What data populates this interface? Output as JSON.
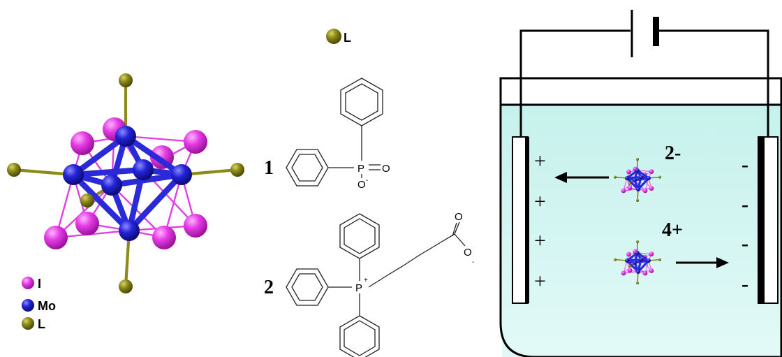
{
  "legend": {
    "items": [
      {
        "label": "I",
        "color": "#e63be6"
      },
      {
        "label": "Mo",
        "color": "#2a2ad8"
      },
      {
        "label": "L",
        "color": "#8c8a1a"
      }
    ],
    "top_label": "L"
  },
  "molecules": {
    "one": {
      "number": "1",
      "atoms": {
        "phosphorus": "P",
        "oxygen_double": "O",
        "oxygen_single": "O",
        "charge": "-"
      }
    },
    "two": {
      "number": "2",
      "atoms": {
        "phosphorus": "P",
        "phosphorus_charge": "+",
        "oxygen_double": "O",
        "oxygen_single": "O",
        "oxygen_charge": "-"
      }
    }
  },
  "cell": {
    "anode_signs": [
      "+",
      "+",
      "+",
      "+"
    ],
    "cathode_signs": [
      "-",
      "-",
      "-",
      "-"
    ],
    "anion_charge": "2-",
    "cation_charge": "4+",
    "colors": {
      "electrolyte": "#c8f3ee",
      "vessel": "#000000"
    }
  },
  "atom_colors": {
    "iodine": "#e63be6",
    "molybdenum": "#2a2ad8",
    "ligand": "#8c8a1a",
    "iodine_bond": "#e33ce3"
  }
}
